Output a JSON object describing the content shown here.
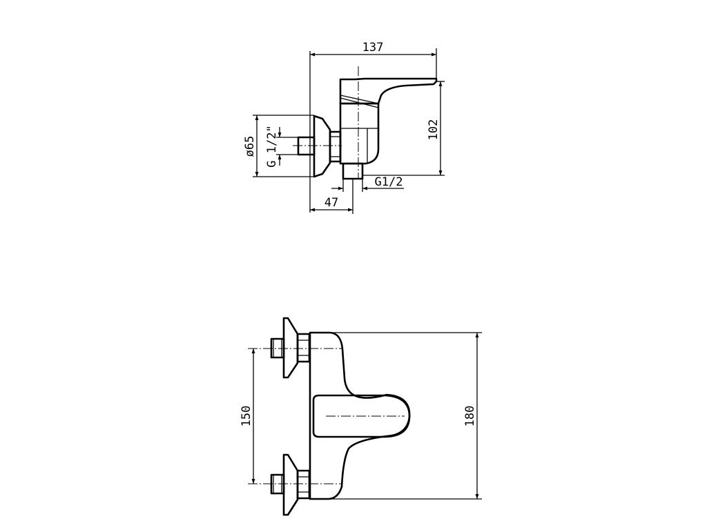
{
  "top_view": {
    "dimensions": {
      "width": "137",
      "height": "102",
      "diameter": "ø65",
      "inlet_thread": "G 1/2\"",
      "outlet_thread": "G1/2",
      "depth": "47"
    }
  },
  "front_view": {
    "dimensions": {
      "spacing": "150",
      "height": "180"
    }
  }
}
